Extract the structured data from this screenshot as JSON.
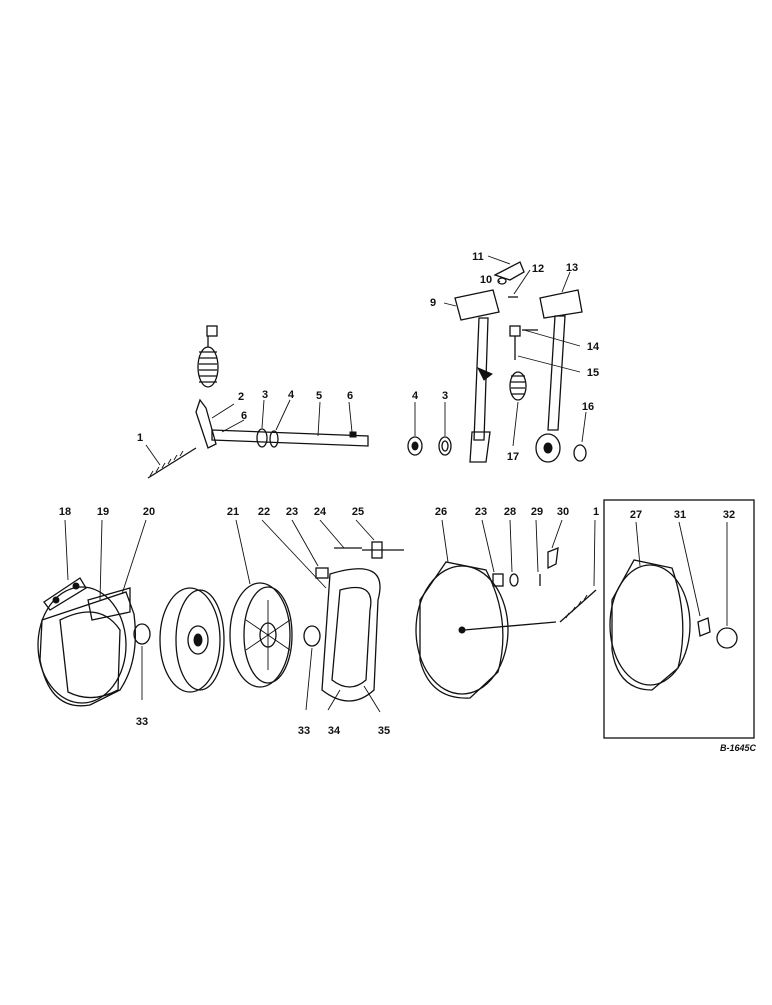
{
  "drawing_code": "B-1645C",
  "callouts": {
    "p1a": "1",
    "p2": "2",
    "p3a": "3",
    "p4a": "4",
    "p5": "5",
    "p6a": "6",
    "p6b": "6",
    "p4b": "4",
    "p3b": "3",
    "p11": "11",
    "p12": "12",
    "p13": "13",
    "p10": "10",
    "p9": "9",
    "p14": "14",
    "p15": "15",
    "p16": "16",
    "p17": "17",
    "p18": "18",
    "p19": "19",
    "p20": "20",
    "p21": "21",
    "p22": "22",
    "p23a": "23",
    "p24": "24",
    "p25": "25",
    "p26": "26",
    "p23b": "23",
    "p28": "28",
    "p29": "29",
    "p30": "30",
    "p1b": "1",
    "p27": "27",
    "p31": "31",
    "p32": "32",
    "p33a": "33",
    "p33b": "33",
    "p34": "34",
    "p35": "35"
  },
  "colors": {
    "ink": "#111111",
    "paper": "#ffffff"
  }
}
